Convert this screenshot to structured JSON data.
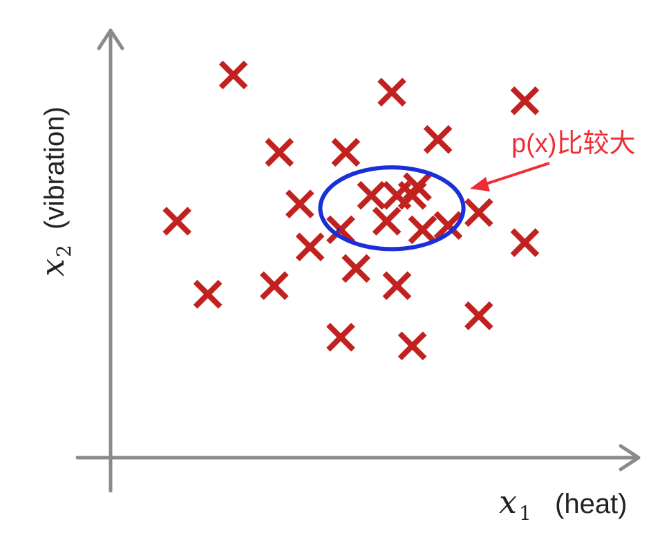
{
  "chart_data": {
    "type": "scatter",
    "marker": "x",
    "marker_color": "#c1211f",
    "axis_color": "#8a8a8a",
    "xlabel": {
      "var": "x",
      "sub": "1",
      "text": "(heat)"
    },
    "ylabel": {
      "var": "x",
      "sub": "2",
      "text": "(vibration)"
    },
    "ticks": false,
    "grid": false,
    "xlim": [
      0,
      100
    ],
    "ylim": [
      0,
      100
    ],
    "points": [
      {
        "x": 24,
        "y": 89
      },
      {
        "x": 13,
        "y": 55
      },
      {
        "x": 19,
        "y": 38
      },
      {
        "x": 33,
        "y": 71
      },
      {
        "x": 32,
        "y": 40
      },
      {
        "x": 37,
        "y": 59
      },
      {
        "x": 39,
        "y": 49
      },
      {
        "x": 45,
        "y": 28
      },
      {
        "x": 46,
        "y": 71
      },
      {
        "x": 51,
        "y": 61
      },
      {
        "x": 45,
        "y": 53
      },
      {
        "x": 48,
        "y": 44
      },
      {
        "x": 55,
        "y": 85
      },
      {
        "x": 54,
        "y": 55
      },
      {
        "x": 56,
        "y": 61
      },
      {
        "x": 56,
        "y": 40
      },
      {
        "x": 59,
        "y": 61
      },
      {
        "x": 60,
        "y": 63
      },
      {
        "x": 59,
        "y": 26
      },
      {
        "x": 61,
        "y": 53
      },
      {
        "x": 64,
        "y": 74
      },
      {
        "x": 66,
        "y": 54
      },
      {
        "x": 72,
        "y": 57
      },
      {
        "x": 72,
        "y": 33
      },
      {
        "x": 81,
        "y": 83
      },
      {
        "x": 81,
        "y": 50
      }
    ],
    "highlight_region": {
      "shape": "ellipse",
      "color": "#1a2fd9",
      "center": {
        "x": 55,
        "y": 58
      },
      "radius_x": 14,
      "radius_y": 9.5
    },
    "annotation": {
      "text": "p(x)比较大",
      "color": "#ee2d36"
    }
  }
}
